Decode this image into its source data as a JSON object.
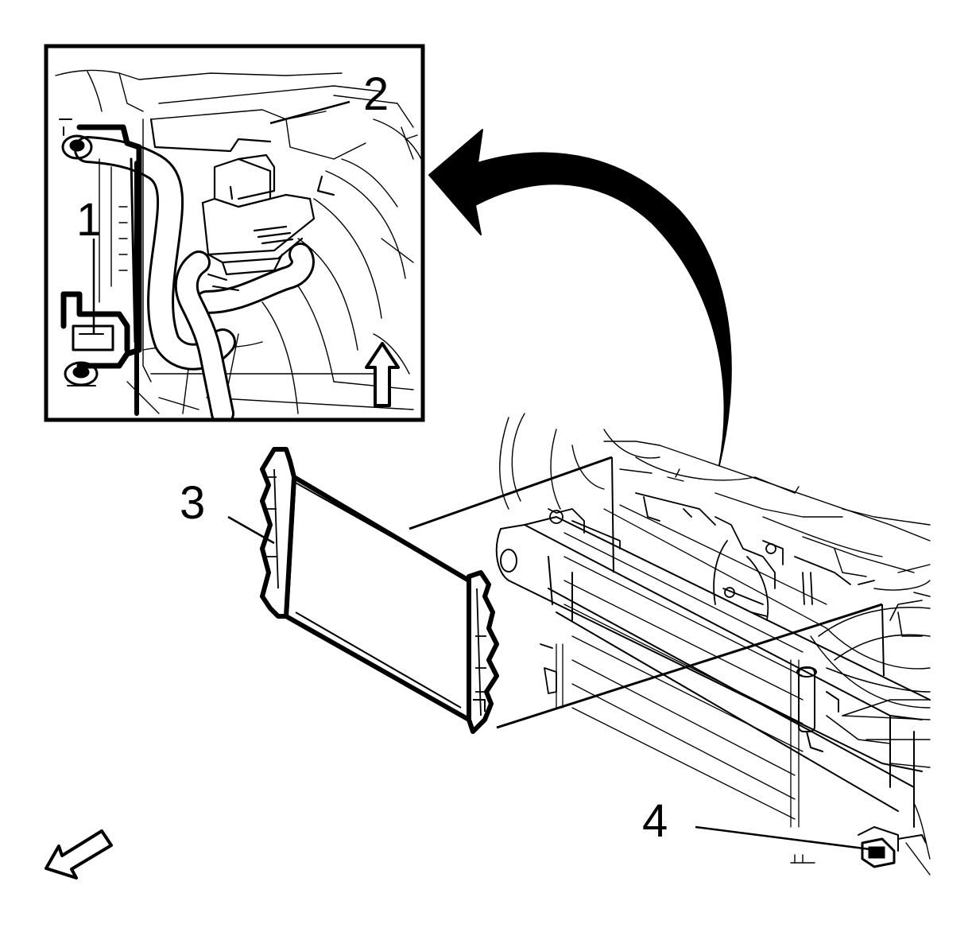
{
  "callouts": {
    "one": "1",
    "two": "2",
    "three": "3",
    "four": "4"
  },
  "icons": {
    "curved_arrow": "curved-arrow-icon",
    "up_arrow": "up-arrow-icon",
    "front_arrow": "front-direction-arrow-icon"
  },
  "colors": {
    "line": "#000000",
    "background": "#ffffff"
  }
}
